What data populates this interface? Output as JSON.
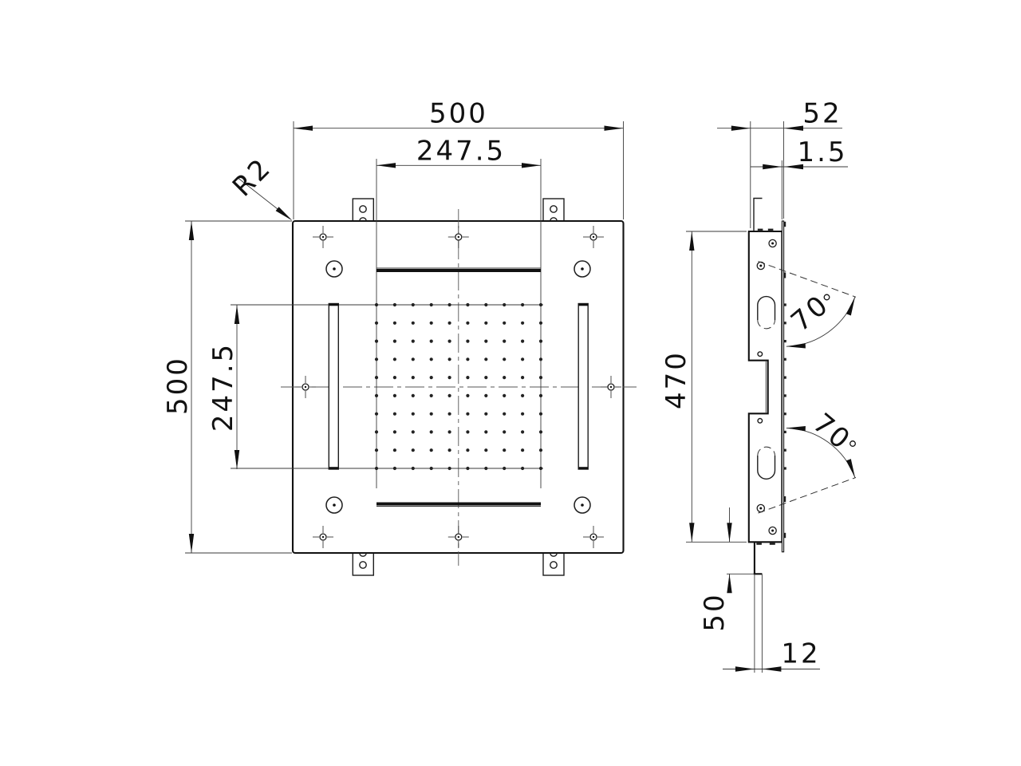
{
  "drawing": {
    "front_view": {
      "overall_width": "500",
      "overall_height": "500",
      "hole_field_width": "247.5",
      "hole_field_height": "247.5",
      "corner_radius": "R2",
      "hole_grid": {
        "rows": 10,
        "cols": 10
      }
    },
    "side_view": {
      "depth": "52",
      "faceplate_thickness": "1.5",
      "body_height": "470",
      "spray_angle_upper": "70",
      "spray_angle_lower": "70",
      "bracket_drop": "50",
      "bracket_width": "12"
    }
  }
}
